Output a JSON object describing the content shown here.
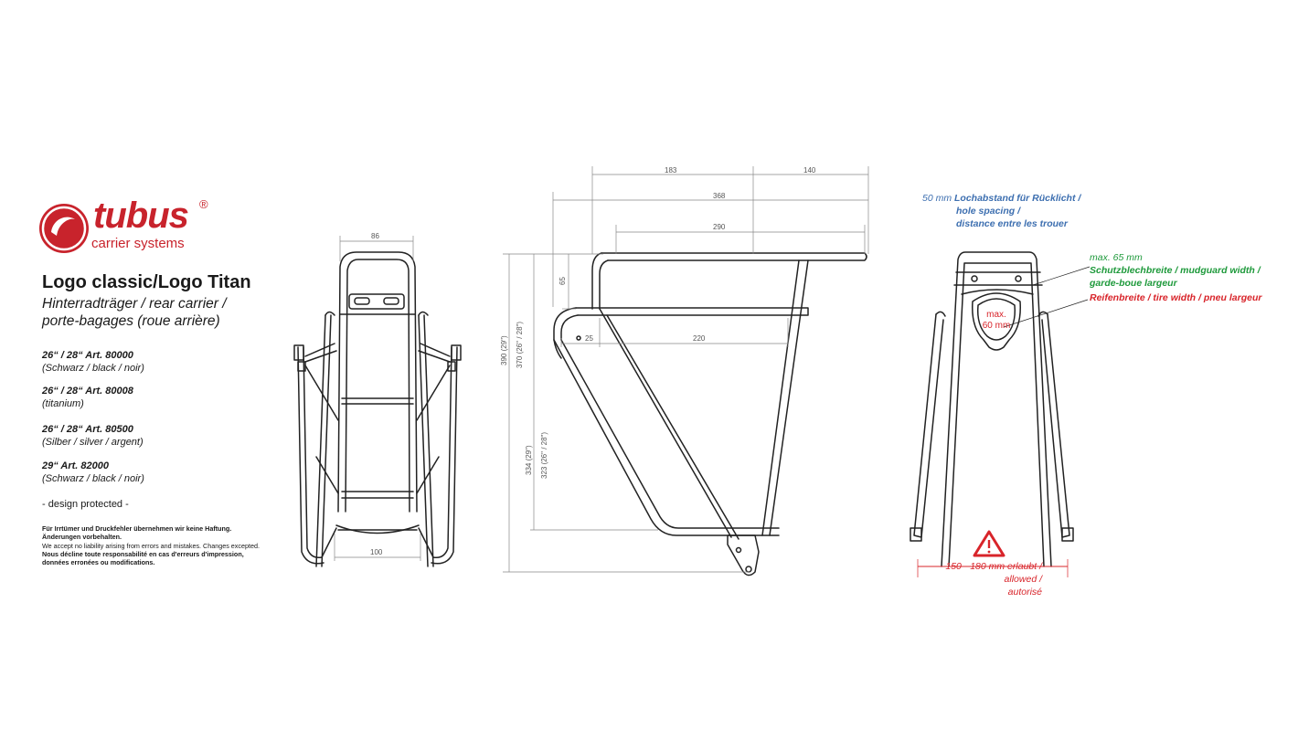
{
  "brand": {
    "name": "tubus",
    "reg": "®",
    "subtitle": "carrier systems"
  },
  "product": {
    "title": "Logo classic/Logo Titan",
    "subtitle_line1": "Hinterradträger / rear carrier /",
    "subtitle_line2": "porte-bagages (roue arrière)"
  },
  "articles": [
    {
      "code": "26“ / 28“ Art. 80000",
      "color": "(Schwarz / black / noir)"
    },
    {
      "code": "26“ / 28“ Art. 80008",
      "color": "(titanium)"
    },
    {
      "code": "26“ / 28“ Art. 80500",
      "color": "(Silber / silver / argent)"
    },
    {
      "code": "29“ Art. 82000",
      "color": "(Schwarz / black / noir)"
    }
  ],
  "design_protected": "- design protected -",
  "disclaimer": {
    "de1": "Für Irrtümer und Druckfehler übernehmen wir keine Haftung.",
    "de2": "Änderungen vorbehalten.",
    "en": "We accept no liability arising from errors and mistakes. Changes excepted.",
    "fr1": "Nous décline toute responsabilité en cas d'erreurs d'impression,",
    "fr2": "données erronées ou modifications."
  },
  "dimensions": {
    "front_top": "86",
    "front_bottom": "100",
    "side_183": "183",
    "side_140": "140",
    "side_368": "368",
    "side_290": "290",
    "side_65": "65",
    "side_25": "25",
    "side_220": "220",
    "side_390": "390 (29\")",
    "side_370": "370 (26\" / 28\")",
    "side_334": "334 (29\")",
    "side_323": "323 (26\" / 28\")"
  },
  "rear_view": {
    "hole_spacing_value": "50 mm",
    "hole_spacing_line1": "Lochabstand für Rücklicht /",
    "hole_spacing_line2": "hole spacing /",
    "hole_spacing_line3": "distance entre les trouer",
    "mudguard_max": "max. 65 mm",
    "mudguard_line1": "Schutzblechbreite / mudguard width /",
    "mudguard_line2": "garde-boue largeur",
    "tire_label": "Reifenbreite / tire width / pneu largeur",
    "tire_max_line1": "max.",
    "tire_max_line2": "60 mm",
    "allowed_line1": "150 - 180 mm erlaubt /",
    "allowed_line2": "allowed /",
    "allowed_line3": "autorisé"
  },
  "colors": {
    "brand_red": "#c8232c",
    "blue": "#3d6fb0",
    "green": "#1f9a3c",
    "red": "#d8242a"
  }
}
